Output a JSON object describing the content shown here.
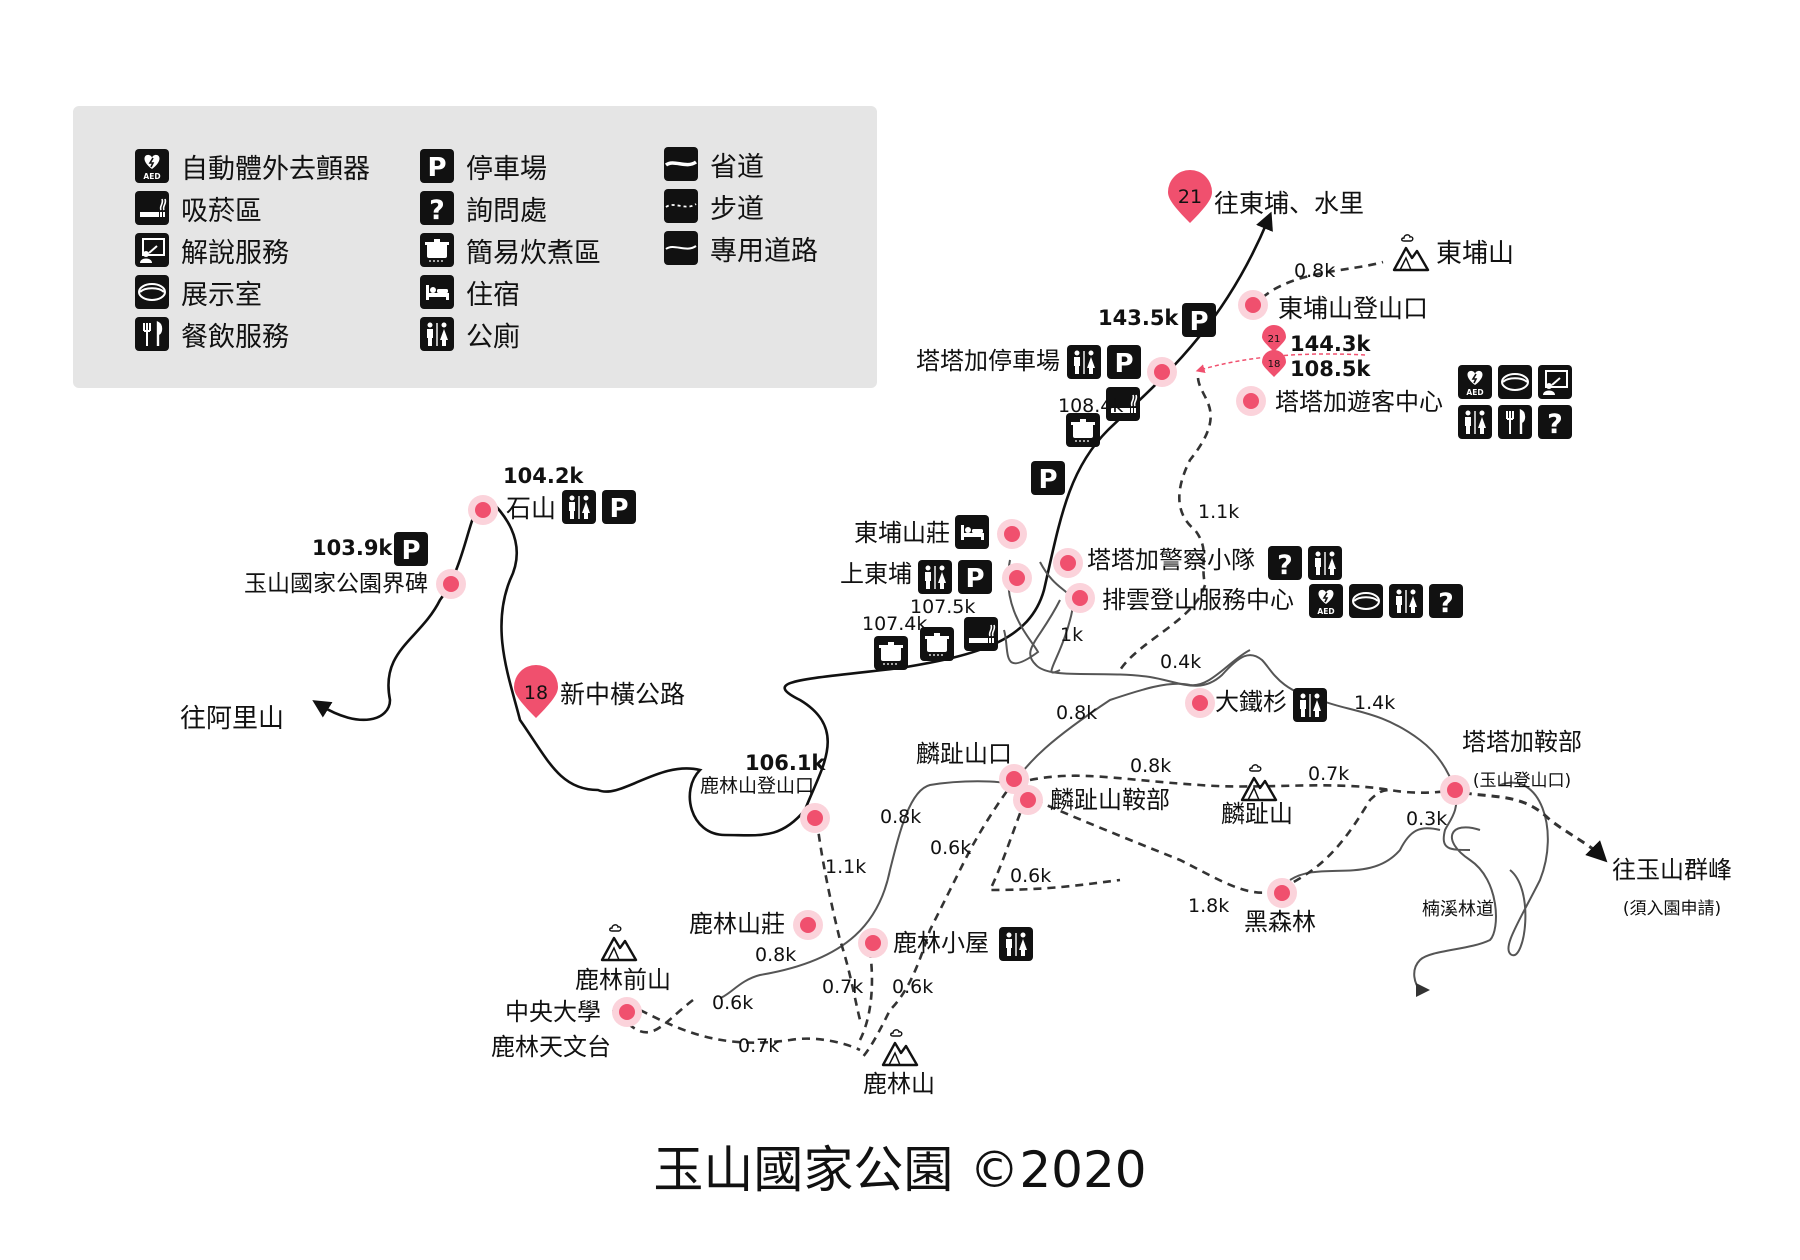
{
  "legend": {
    "col1": [
      {
        "icon": "aed-icon",
        "label": "自動體外去顫器"
      },
      {
        "icon": "smoking-icon",
        "label": "吸菸區"
      },
      {
        "icon": "interpretation-icon",
        "label": "解說服務"
      },
      {
        "icon": "exhibition-icon",
        "label": "展示室"
      },
      {
        "icon": "dining-icon",
        "label": "餐飲服務"
      }
    ],
    "col2": [
      {
        "icon": "parking-icon",
        "label": "停車場"
      },
      {
        "icon": "information-icon",
        "label": "詢問處"
      },
      {
        "icon": "cooking-icon",
        "label": "簡易炊煮區"
      },
      {
        "icon": "lodging-icon",
        "label": "住宿"
      },
      {
        "icon": "restroom-icon",
        "label": "公廁"
      }
    ],
    "col3": [
      {
        "icon": "provincial-road-icon",
        "label": "省道"
      },
      {
        "icon": "trail-icon",
        "label": "步道"
      },
      {
        "icon": "private-road-icon",
        "label": "專用道路"
      }
    ]
  },
  "places": {
    "dongpu_shuili": "往東埔、水里",
    "dongpu_mountain": "東埔山",
    "dongpu_trailhead": "東埔山登山口",
    "tataka_parking": "塔塔加停車場",
    "tataka_visitor": "塔塔加遊客中心",
    "shishan": "石山",
    "boundary": "玉山國家公園界碑",
    "to_alishan": "往阿里山",
    "xinzhongheng": "新中橫公路",
    "dongpu_lodge": "東埔山莊",
    "shangdongpu": "上東埔",
    "police": "塔塔加警察小隊",
    "paiyun_center": "排雲登山服務中心",
    "datieshan": "大鐵杉",
    "lulin_trailhead": "鹿林山登山口",
    "linzhi_entrance": "麟趾山口",
    "linzhi_saddle": "麟趾山鞍部",
    "linzhi_mountain": "麟趾山",
    "tataka_saddle": "塔塔加鞍部",
    "yushan_trailhead": "(玉山登山口)",
    "to_yushan": "往玉山群峰",
    "permit": "(須入園申請)",
    "nanxi_road": "楠溪林道",
    "heisenlin": "黑森林",
    "lulin_lodge": "鹿林山莊",
    "lulin_hut": "鹿林小屋",
    "lulin_front": "鹿林前山",
    "central_univ": "中央大學",
    "lulin_observatory": "鹿林天文台",
    "lulin_mountain": "鹿林山"
  },
  "km": {
    "k143_5": "143.5k",
    "k144_3": "144.3k",
    "k108_5": "108.5k",
    "k108_4": "108.4k",
    "k104_2": "104.2k",
    "k103_9": "103.9k",
    "k107_5": "107.5k",
    "k107_4": "107.4k",
    "k106_1": "106.1k",
    "d0_8a": "0.8k",
    "d1_1a": "1.1k",
    "d1ka": "1k",
    "d0_4": "0.4k",
    "d1_4": "1.4k",
    "d0_8b": "0.8k",
    "d0_8c": "0.8k",
    "d0_7a": "0.7k",
    "d0_3": "0.3k",
    "d0_8d": "0.8k",
    "d0_6a": "0.6k",
    "d0_6b": "0.6k",
    "d1_1b": "1.1k",
    "d1_8": "1.8k",
    "d0_8e": "0.8k",
    "d0_7b": "0.7k",
    "d0_6c": "0.6k",
    "d0_6d": "0.6k",
    "d0_7c": "0.7k"
  },
  "route_badges": {
    "r21": "21",
    "r18": "18"
  },
  "footer": "玉山國家公園 ©2020",
  "colors": {
    "accent": "#f0506e",
    "halo": "#fbd3db",
    "legend_bg": "#e5e5e5",
    "ink": "#111111"
  }
}
